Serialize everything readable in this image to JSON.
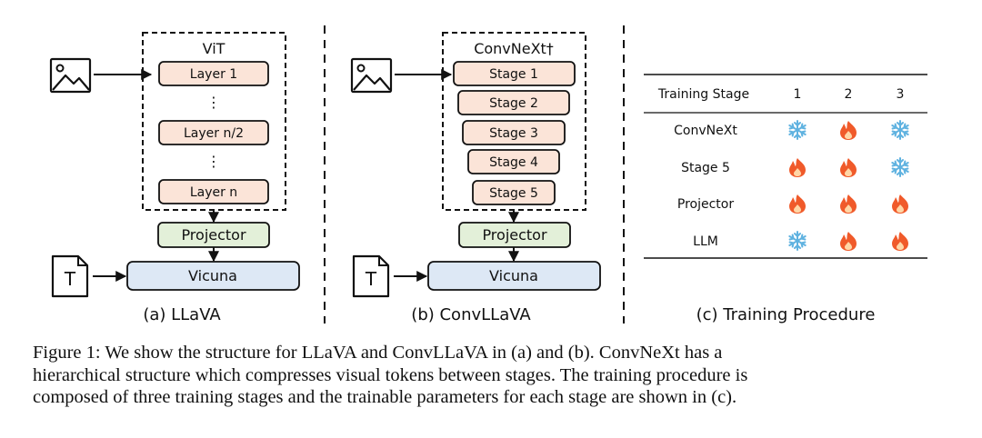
{
  "panel_a": {
    "encoder_title": "ViT",
    "layers": [
      "Layer 1",
      "Layer n/2",
      "Layer n"
    ],
    "ellipsis": "⋮",
    "projector": "Projector",
    "llm": "Vicuna",
    "text_icon_letter": "T",
    "caption": "(a) LLaVA"
  },
  "panel_b": {
    "encoder_title": "ConvNeXt†",
    "stages": [
      "Stage 1",
      "Stage 2",
      "Stage 3",
      "Stage 4",
      "Stage 5"
    ],
    "projector": "Projector",
    "llm": "Vicuna",
    "text_icon_letter": "T",
    "caption": "(b) ConvLLaVA"
  },
  "panel_c": {
    "caption": "(c) Training Procedure",
    "table": {
      "header": [
        "Training Stage",
        "1",
        "2",
        "3"
      ],
      "rows": [
        {
          "label": "ConvNeXt",
          "states": [
            "frozen",
            "trainable",
            "frozen"
          ]
        },
        {
          "label": "Stage 5",
          "states": [
            "trainable",
            "trainable",
            "frozen"
          ]
        },
        {
          "label": "Projector",
          "states": [
            "trainable",
            "trainable",
            "trainable"
          ]
        },
        {
          "label": "LLM",
          "states": [
            "frozen",
            "trainable",
            "trainable"
          ]
        }
      ]
    },
    "icons": {
      "frozen": "snowflake-icon",
      "trainable": "fire-icon"
    }
  },
  "colors": {
    "layer_fill": "#fbe4d8",
    "projector_fill": "#e3f0d9",
    "llm_fill": "#dde8f5",
    "snow": "#5fb2e0",
    "fire": "#f05a2a"
  },
  "figure_caption": [
    "Figure 1: We show the structure for LLaVA and ConvLLaVA in (a) and (b). ConvNeXt has a",
    "hierarchical structure which compresses visual tokens between stages. The training procedure is",
    "composed of three training stages and the trainable parameters for each stage are shown in (c)."
  ]
}
